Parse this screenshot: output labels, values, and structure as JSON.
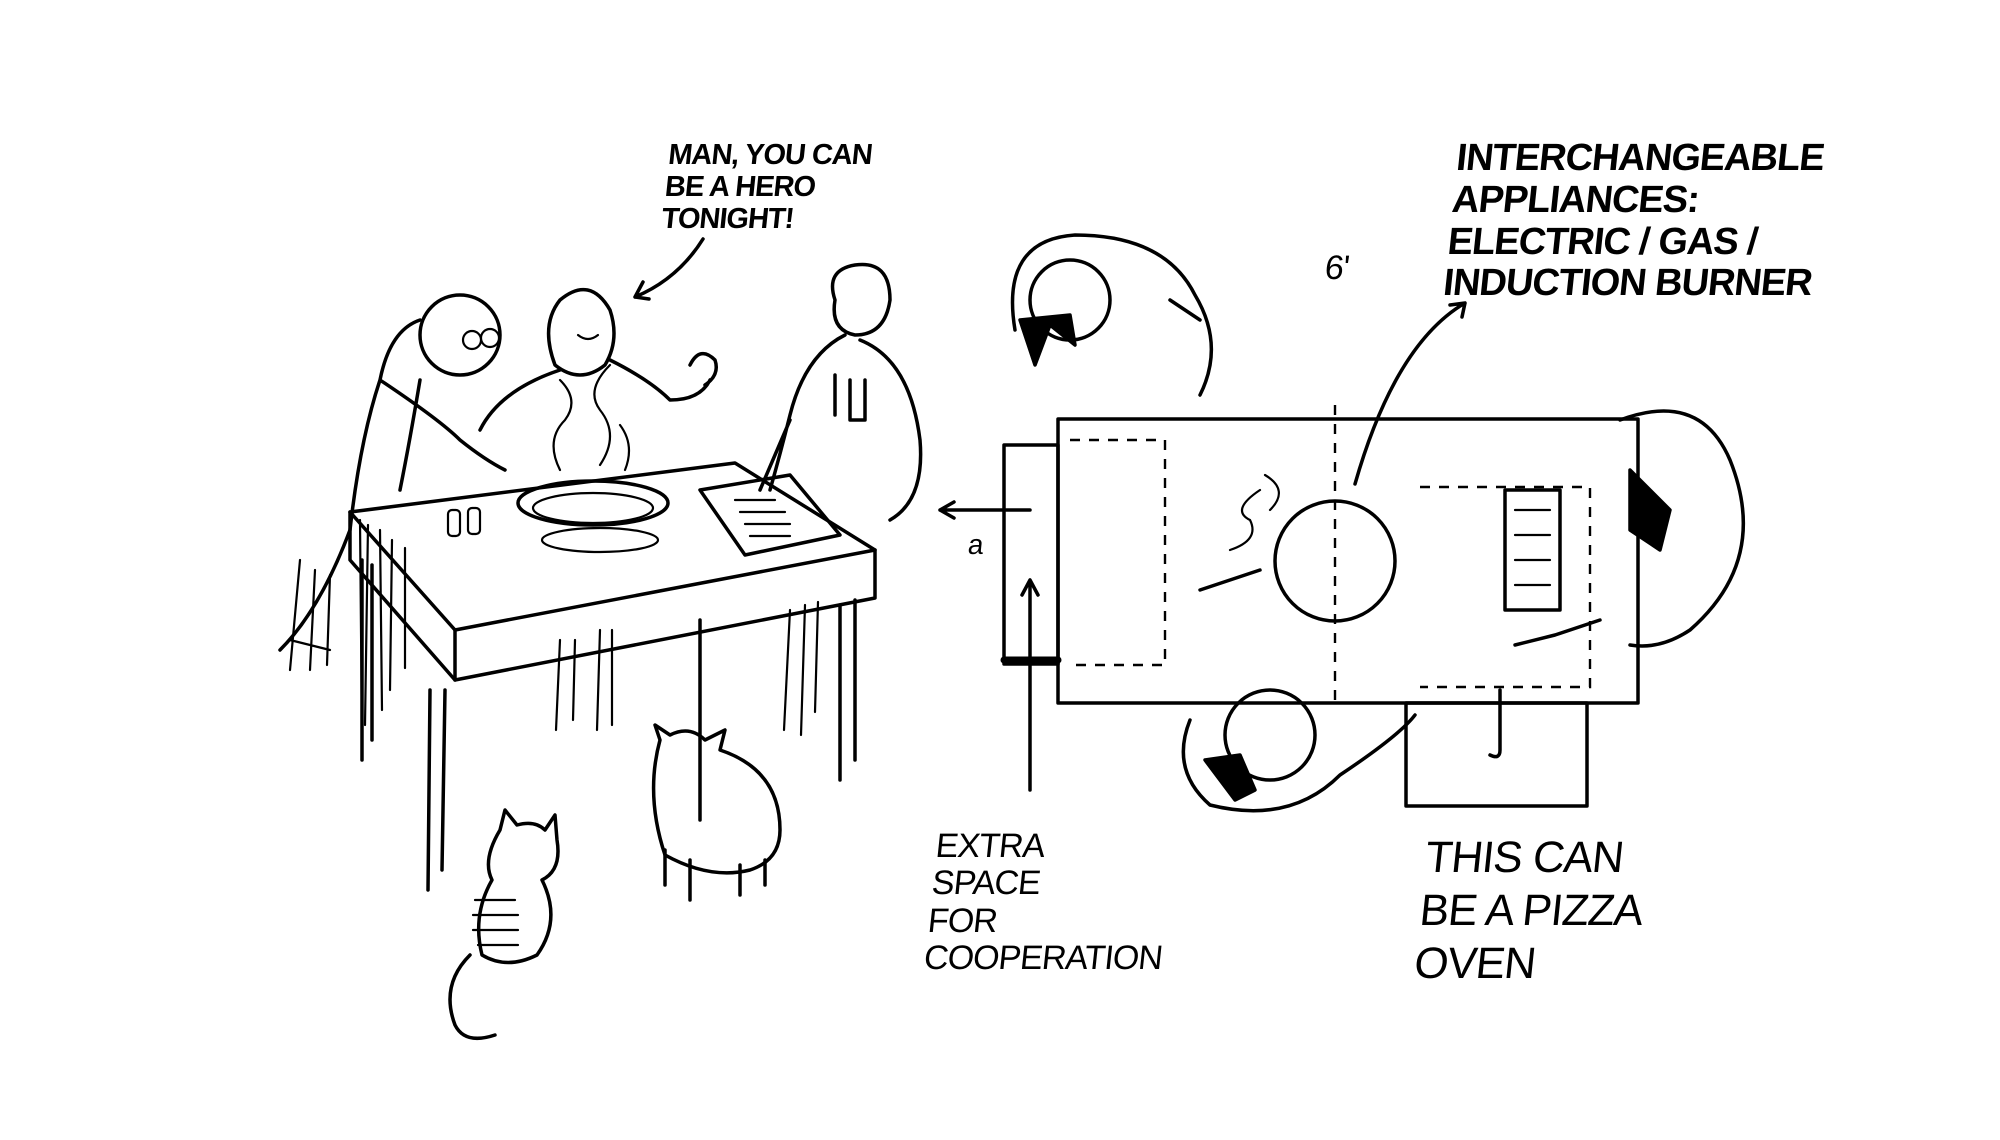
{
  "speech_bubble": {
    "lines": [
      "MAN, YOU CAN",
      "BE A HERO",
      "TONIGHT!"
    ]
  },
  "appliance_note": {
    "lines": [
      "INTERCHANGEABLE",
      "APPLIANCES:",
      "ELECTRIC / GAS /",
      "INDUCTION BURNER"
    ]
  },
  "dimension_label": "6'",
  "side_label": "a",
  "extra_space_note": {
    "lines": [
      "EXTRA",
      "SPACE",
      "FOR",
      "COOPERATION"
    ]
  },
  "oven_note": {
    "lines": [
      "THIS CAN",
      "BE A PIZZA",
      "OVEN"
    ]
  }
}
